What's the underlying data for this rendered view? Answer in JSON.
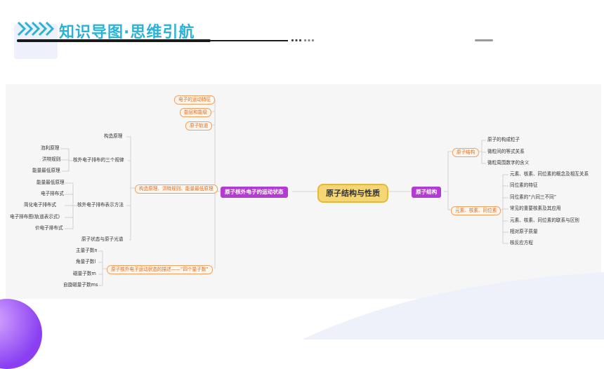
{
  "header": {
    "title": "知识导图·思维引航"
  },
  "colors": {
    "title": "#2bb3d6",
    "center_fill": "#f4d774",
    "main_branch": "#b43bd1",
    "sub_branch": "#e06a1a",
    "link": "#c8c8c8"
  },
  "mindmap": {
    "center": "原子结构与性质",
    "left_main": "原子核外电子的运动状态",
    "right_main": "原子结构",
    "left_orange": [
      "电子的运动特征",
      "能层和能级",
      "原子轨道",
      "构造原理、洪特规则、能量最低原理",
      "原子核外电子运动状态的描述——“四个量子数”"
    ],
    "structure_sub": {
      "construct": "构造原理",
      "rules": "核外电子排布的三个规律",
      "rules_items": [
        "泡利原理",
        "洪特规则",
        "能量最低原理"
      ],
      "methods": "核外电子排布表示方法",
      "methods_items": [
        "能量最低原理",
        "电子排布式",
        "简化电子排布式",
        "电子排布图(轨道表示式)",
        "价电子排布式"
      ],
      "spectra": "原子状态与原子光谱"
    },
    "quantum_items": [
      "主量子数n",
      "角量子数l",
      "磁量子数m",
      "自旋磁量子数ms"
    ],
    "right_orange": [
      "原子结构",
      "元素、核素、同位素"
    ],
    "atom_items": [
      "原子的构成粒子",
      "微粒间的等式关系",
      "微粒周围数字的含义"
    ],
    "element_items": [
      "元素、核素、同位素的概念及相互关系",
      "同位素的特征",
      "同位素的“六同三不同”",
      "常见的重要核素及其应用",
      "元素、核素、同位素的联系与区别",
      "相对原子质量",
      "核反应方程"
    ]
  }
}
